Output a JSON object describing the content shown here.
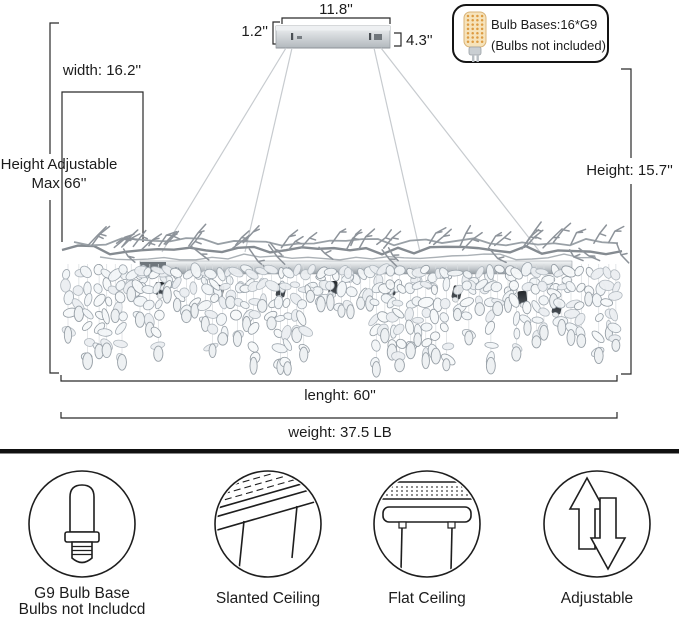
{
  "dimensions": {
    "canopy_length": "11.8''",
    "canopy_height": "1.2''",
    "canopy_side": "4.3''",
    "fixture_width": "width: 16.2''",
    "height_adjustable_1": "Height Adjustable",
    "height_adjustable_2": "Max 66''",
    "fixture_height": "Height: 15.7''",
    "fixture_length": "lenght: 60''",
    "fixture_weight": "weight: 37.5 LB"
  },
  "bulb_box": {
    "line1": "Bulb Bases:16*G9",
    "line2": "(Bulbs not included)"
  },
  "features": [
    {
      "icon": "g9-bulb-base-icon",
      "line1": "G9 Bulb Base",
      "line2": "Bulbs not Includcd"
    },
    {
      "icon": "slanted-ceiling-icon",
      "line1": "Slanted Ceiling",
      "line2": ""
    },
    {
      "icon": "flat-ceiling-icon",
      "line1": "Flat Ceiling",
      "line2": ""
    },
    {
      "icon": "adjustable-icon",
      "line1": "Adjustable",
      "line2": ""
    }
  ],
  "colors": {
    "line": "#2a2a2a",
    "icon_line": "#1e1e1e",
    "metal_light": "#f0f2f4",
    "metal_dark": "#969da3",
    "bulb_amber": "#dd9b42"
  }
}
